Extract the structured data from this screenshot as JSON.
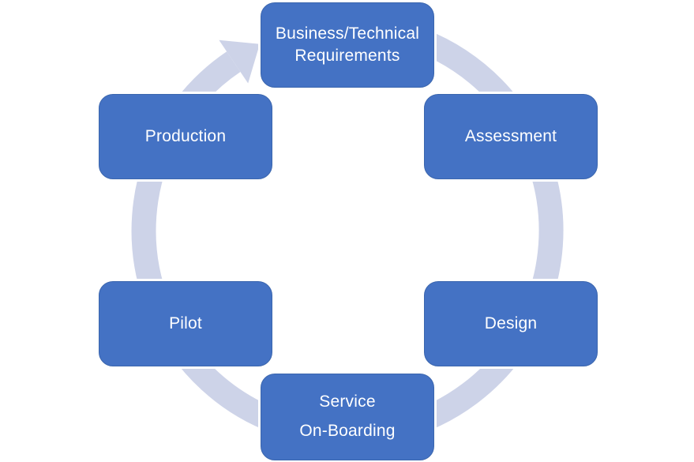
{
  "diagram": {
    "type": "cycle",
    "flow_direction": "clockwise",
    "background": "#FFFFFF",
    "colors": {
      "node_fill": "#4472C4",
      "node_border": "#3B66AE",
      "node_text": "#FFFFFF",
      "ring": "#CDD3E8"
    },
    "nodes": [
      {
        "id": "business-technical-requirements",
        "label": "Business/Technical Requirements",
        "lines": [
          "Business/Technical",
          "Requirements"
        ],
        "position": "top"
      },
      {
        "id": "assessment",
        "label": "Assessment",
        "lines": [
          "Assessment"
        ],
        "position": "upper-right"
      },
      {
        "id": "design",
        "label": "Design",
        "lines": [
          "Design"
        ],
        "position": "lower-right"
      },
      {
        "id": "service-on-boarding",
        "label": "Service On-Boarding",
        "lines": [
          "Service",
          "On-Boarding"
        ],
        "position": "bottom"
      },
      {
        "id": "pilot",
        "label": "Pilot",
        "lines": [
          "Pilot"
        ],
        "position": "lower-left"
      },
      {
        "id": "production",
        "label": "Production",
        "lines": [
          "Production"
        ],
        "position": "upper-left"
      }
    ]
  }
}
